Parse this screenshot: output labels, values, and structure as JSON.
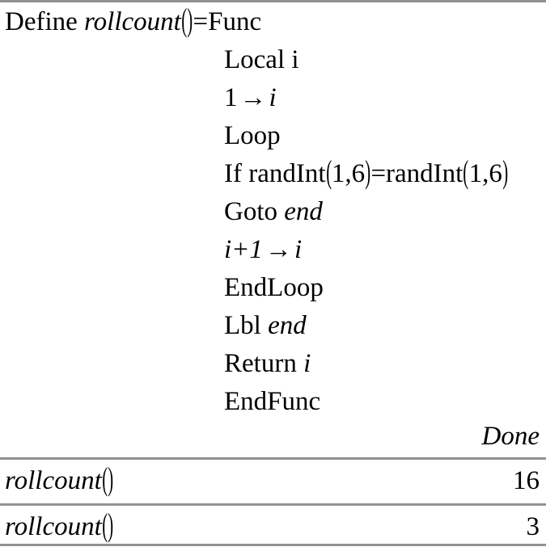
{
  "app": {
    "kind": "cas-calculator-history",
    "background_color": "#ffffff",
    "text_color": "#000000",
    "rule_color": "#919191"
  },
  "definition": {
    "header": {
      "keyword": "Define",
      "name": "rollcount",
      "open_paren": "(",
      "close_paren": ")",
      "assign": "=",
      "func_keyword": "Func"
    },
    "body_lines": [
      {
        "id": "local",
        "upright_1": "Local ",
        "italic_1": "i",
        "upright_2": "",
        "italic_2": "",
        "upright_3": ""
      },
      {
        "id": "init",
        "upright_1": "1",
        "arrow": "→",
        "italic_2": "i",
        "upright_2": "",
        "italic_1": "",
        "upright_3": ""
      },
      {
        "id": "loop",
        "upright_1": "Loop",
        "italic_1": "",
        "upright_2": "",
        "italic_2": "",
        "upright_3": ""
      },
      {
        "id": "if",
        "upright_1": "If randInt",
        "italic_1": "",
        "upright_2": "1,6",
        "italic_2": "",
        "upright_3": "=randInt",
        "upright_4": "1,6"
      },
      {
        "id": "goto",
        "upright_1": "Goto ",
        "italic_1": "end",
        "upright_2": "",
        "italic_2": "",
        "upright_3": ""
      },
      {
        "id": "incr",
        "upright_1": "i+1",
        "arrow": "→",
        "italic_2": "i",
        "upright_2": "",
        "italic_1": "i",
        "upright_3": ""
      },
      {
        "id": "endloop",
        "upright_1": "EndLoop",
        "italic_1": "",
        "upright_2": "",
        "italic_2": "",
        "upright_3": ""
      },
      {
        "id": "lbl",
        "upright_1": "Lbl ",
        "italic_1": "end",
        "upright_2": "",
        "italic_2": "",
        "upright_3": ""
      },
      {
        "id": "return",
        "upright_1": "Return ",
        "italic_1": "i",
        "upright_2": "",
        "italic_2": "",
        "upright_3": ""
      },
      {
        "id": "endfunc",
        "upright_1": "EndFunc",
        "italic_1": "",
        "upright_2": "",
        "italic_2": "",
        "upright_3": ""
      }
    ],
    "line_text": {
      "local": "Local i",
      "init_value": "1",
      "init_var": "i",
      "loop": "Loop",
      "if_prefix": "If randInt",
      "if_args_1": "1,6",
      "if_mid": "=randInt",
      "if_args_2": "1,6",
      "goto_keyword": "Goto ",
      "goto_label": "end",
      "incr_lhs": "i+1",
      "incr_var": "i",
      "endloop": "EndLoop",
      "lbl_keyword": "Lbl ",
      "lbl_label": "end",
      "return_keyword": "Return ",
      "return_var": "i",
      "endfunc": "EndFunc",
      "arrow": "→",
      "open_paren": "(",
      "close_paren": ")"
    },
    "result": "Done"
  },
  "history": {
    "rows": [
      {
        "expression": "rollcount",
        "open_paren": "(",
        "close_paren": ")",
        "value": "16"
      },
      {
        "expression": "rollcount",
        "open_paren": "(",
        "close_paren": ")",
        "value": "3"
      }
    ]
  }
}
